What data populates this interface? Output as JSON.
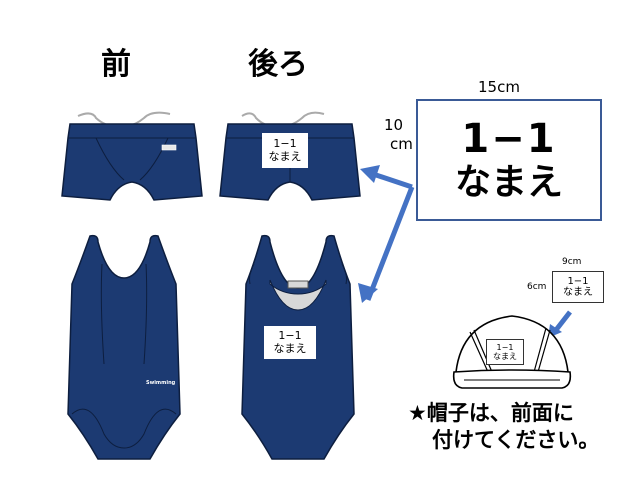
{
  "headings": {
    "front": "前",
    "back": "後ろ"
  },
  "name_tag": {
    "class": "1−1",
    "name": "なまえ"
  },
  "main_label": {
    "width": "15cm",
    "height_num": "10",
    "height_unit": "cm",
    "class": "1−1",
    "name": "なまえ"
  },
  "cap_label": {
    "width": "9cm",
    "height": "6cm",
    "class": "1−1",
    "name": "なまえ"
  },
  "swimsuit_logo": "Swimming",
  "note": {
    "line1": "★帽子は、前面に",
    "line2": "付けてください。"
  },
  "colors": {
    "navy": "#1c3a72",
    "arrow": "#4472c4",
    "box_border": "#3a5a96",
    "lining": "#d8d8d8"
  },
  "icons": {
    "arrow": "bent-double-arrow-icon",
    "cap_arrow": "down-left-arrow-icon"
  }
}
